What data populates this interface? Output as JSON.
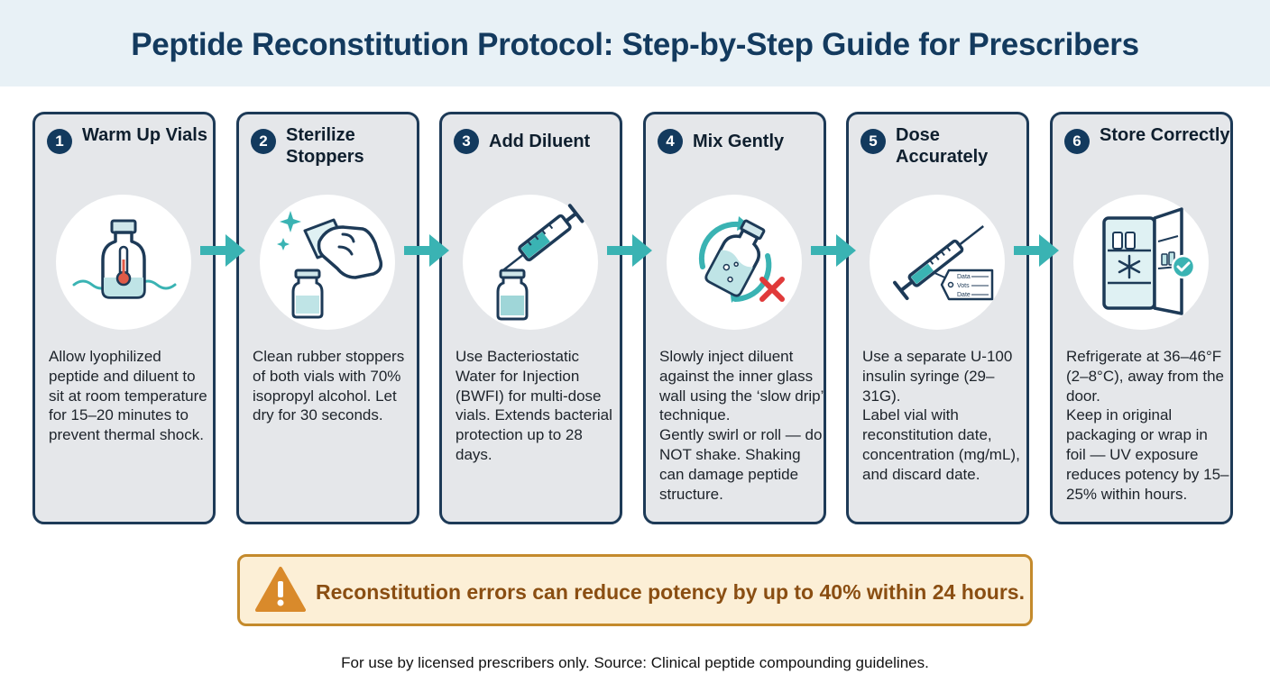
{
  "title": "Peptide Reconstitution Protocol: Step-by-Step Guide for Prescribers",
  "steps": [
    {
      "number": "1",
      "title": "Warm Up Vials",
      "icon": "vial-thermometer-icon",
      "desc": [
        "Allow lyophilized peptide and diluent to sit at room temperature for 15–20 minutes to prevent thermal shock."
      ]
    },
    {
      "number": "2",
      "title": "Sterilize Stoppers",
      "icon": "hand-wiping-vial-icon",
      "desc": [
        "Clean rubber stoppers of both vials with 70% isopropyl alcohol. Let dry for 30 seconds."
      ]
    },
    {
      "number": "3",
      "title": "Add Diluent",
      "icon": "syringe-into-vial-icon",
      "desc": [
        "Use Bacteriostatic Water for Injection (BWFI) for multi-dose vials. Extends bacterial protection up to 28 days."
      ]
    },
    {
      "number": "4",
      "title": "Mix Gently",
      "icon": "swirl-vial-no-shake-icon",
      "desc": [
        "Slowly inject diluent against the inner glass wall using the ‘slow drip’ technique.",
        "Gently swirl or roll — do NOT shake. Shaking can damage peptide structure."
      ]
    },
    {
      "number": "5",
      "title": "Dose Accurately",
      "icon": "insulin-syringe-label-icon",
      "desc": [
        "Use a separate U-100 insulin syringe (29–31G).",
        "Label vial with reconstitution date, concentration (mg/mL), and discard date."
      ],
      "tag_lines": [
        "Data",
        "Vots",
        "Date"
      ]
    },
    {
      "number": "6",
      "title": "Store Correctly",
      "icon": "refrigerator-check-icon",
      "desc": [
        "Refrigerate at 36–46°F (2–8°C), away from the door.",
        "Keep in original packaging or wrap in foil — UV exposure reduces potency by 15–25% within hours."
      ]
    }
  ],
  "warning": {
    "icon": "warning-triangle-icon",
    "text": "Reconstitution errors can reduce potency by up to 40% within 24 hours."
  },
  "footer": "For use by licensed prescribers only. Source: Clinical peptide compounding guidelines.",
  "colors": {
    "navy": "#133a5e",
    "teal": "#3ab3b3",
    "card_bg": "#e5e7ea",
    "warn_bg": "#fcefd6",
    "warn_border": "#c48a2c",
    "warn_text": "#8a4e12",
    "red_x": "#e03a3a"
  }
}
